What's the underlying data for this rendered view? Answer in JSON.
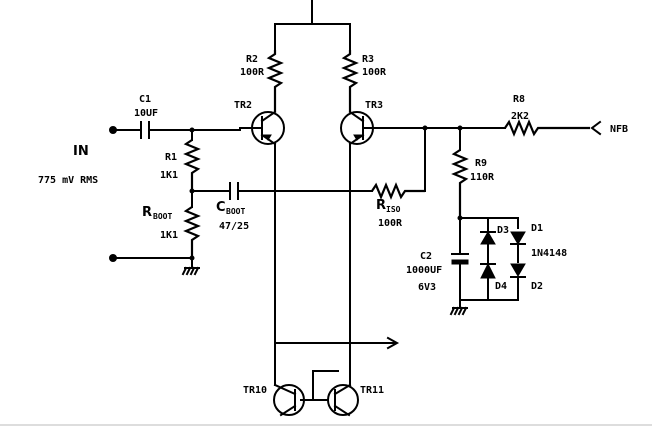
{
  "labels": {
    "r2": "R2",
    "r2v": "100R",
    "r3": "R3",
    "r3v": "100R",
    "tr2": "TR2",
    "tr3": "TR3",
    "c1": "C1",
    "c1v": "10UF",
    "in": "IN",
    "in_level": "775 mV RMS",
    "r1": "R1",
    "r1v": "1K1",
    "rboot_r": "R",
    "rboot_sub": "BOOT",
    "rbootv": "1K1",
    "cboot_c": "C",
    "cboot_sub": "BOOT",
    "cbootv": "47/25",
    "riso_r": "R",
    "riso_sub": "ISO",
    "risov": "100R",
    "r8": "R8",
    "r8v": "2K2",
    "nfb": "NFB",
    "r9": "R9",
    "r9v": "110R",
    "d3": "D3",
    "d1": "D1",
    "d1v": "1N4148",
    "d4": "D4",
    "d2": "D2",
    "c2": "C2",
    "c2v": "1000UF",
    "c2v2": "6V3",
    "tr10": "TR10",
    "tr11": "TR11"
  }
}
